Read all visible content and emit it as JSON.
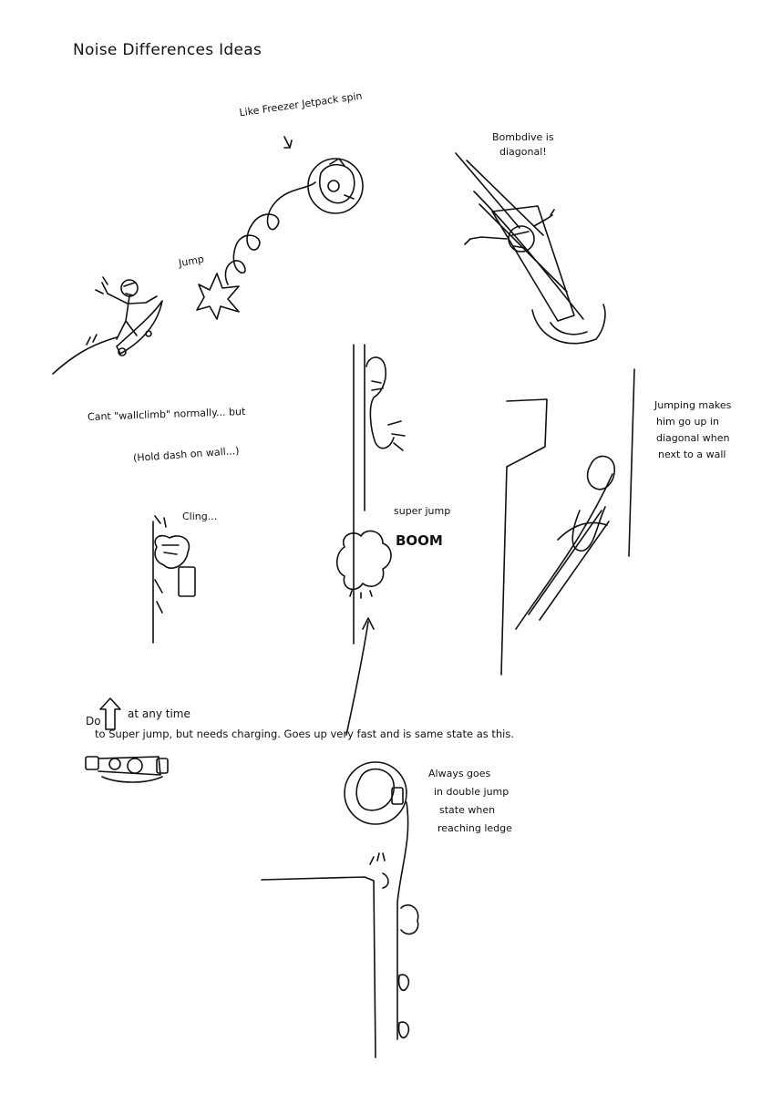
{
  "title": "Noise Differences Ideas",
  "notes": {
    "jetpack": "Like Freezer Jetpack spin",
    "jump": "Jump",
    "bombdive_line1": "Bombdive is",
    "bombdive_line2": "diagonal!",
    "wallclimb": "Cant \"wallclimb\" normally... but",
    "hold_dash": "(Hold dash on wall...)",
    "cling": "Cling...",
    "superjump": "super jump",
    "boom": "BOOM",
    "jumping_line1": "Jumping makes",
    "jumping_line2": "him go up in",
    "jumping_line3": "diagonal when",
    "jumping_line4": "next to a wall",
    "do_prefix": "Do",
    "at_any_time": "at any time",
    "superjump_desc": "to Super jump, but needs charging. Goes up very fast and is same state as this.",
    "always_line1": "Always goes",
    "always_line2": "in double jump",
    "always_line3": "state when",
    "always_line4": "reaching ledge"
  },
  "colors": {
    "ink": "#111111",
    "paper": "#ffffff"
  },
  "icons": {
    "up_arrow": "up-arrow-icon"
  }
}
